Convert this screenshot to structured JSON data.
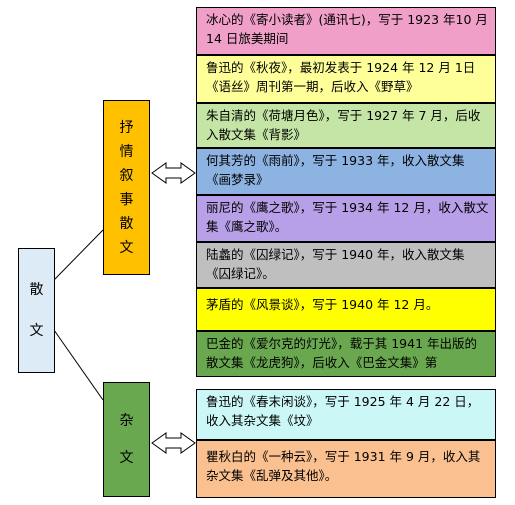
{
  "root": {
    "label": [
      "散",
      "文"
    ]
  },
  "categories": [
    {
      "id": "lyric",
      "label": [
        "抒",
        "情",
        "叙",
        "事",
        "散",
        "文"
      ],
      "color": "#FFC000"
    },
    {
      "id": "zawen",
      "label": [
        "杂",
        "文"
      ],
      "color": "#6AA84F"
    }
  ],
  "items": [
    {
      "text": "冰心的《寄小读者》(通讯七)，写于 1923 年10 月 14 日旅美期间",
      "color": "#F0A0C8",
      "category": "lyric"
    },
    {
      "text": "鲁迅的《秋夜》，最初发表于 1924 年 12 月 1日《语丝》周刊第一期，后收入《野草》",
      "color": "#FFFF99",
      "category": "lyric"
    },
    {
      "text": "朱自清的《荷塘月色》，写于 1927 年 7 月，后收入散文集《背影》",
      "color": "#C4E5A5",
      "category": "lyric"
    },
    {
      "text": "何其芳的《雨前》，写于 1933 年，收入散文集《画梦录》",
      "color": "#8DB3E2",
      "category": "lyric"
    },
    {
      "text": "丽尼的《鹰之歌》，写于 1934 年 12 月，收入散文集《鹰之歌》。",
      "color": "#B8A0E8",
      "category": "lyric"
    },
    {
      "text": "陆蠡的《囚绿记》，写于 1940 年，收入散文集《囚绿记》。",
      "color": "#BFBFBF",
      "category": "lyric"
    },
    {
      "text": "茅盾的《风景谈》，写于 1940 年 12 月。",
      "color": "#FFFF00",
      "category": "lyric"
    },
    {
      "text": "巴金的《爱尔克的灯光》，载于其 1941 年出版的散文集《龙虎狗》，后收入《巴金文集》第",
      "color": "#6AA84F",
      "category": "lyric"
    },
    {
      "text": "鲁迅的《春末闲谈》，写于 1925 年 4 月 22 日，收入其杂文集《坟》",
      "color": "#CCF7F7",
      "category": "zawen"
    },
    {
      "text": "瞿秋白的《一种云》，写于 1931 年 9 月，收入其杂文集《乱弹及其他》。",
      "color": "#FAC090",
      "category": "zawen"
    }
  ]
}
